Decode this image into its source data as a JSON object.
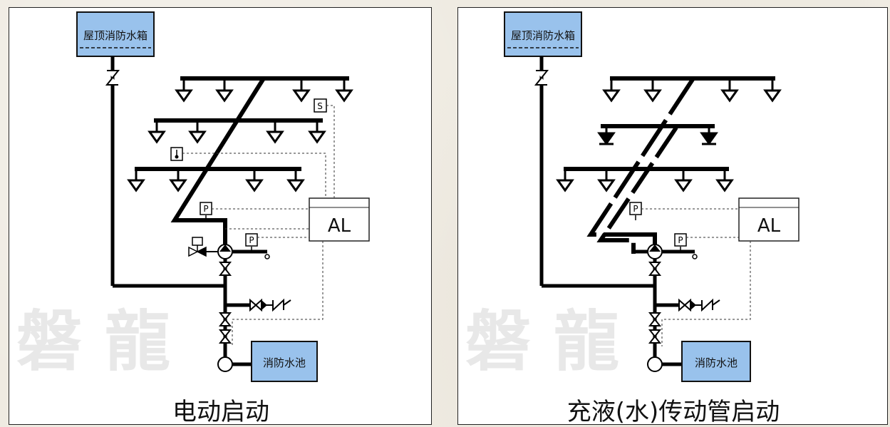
{
  "left_panel": {
    "caption": "电动启动",
    "roof_tank": "屋顶消防水箱",
    "pool": "消防水池",
    "alarm": "AL",
    "pressure_1": "P",
    "pressure_2": "P",
    "smoke_symbol": "S",
    "watermark": "磐 龍"
  },
  "right_panel": {
    "caption": "充液(水)传动管启动",
    "roof_tank": "屋顶消防水箱",
    "pool": "消防水池",
    "alarm": "AL",
    "pressure_1": "P",
    "pressure_2": "P",
    "watermark": "磐 龍"
  }
}
